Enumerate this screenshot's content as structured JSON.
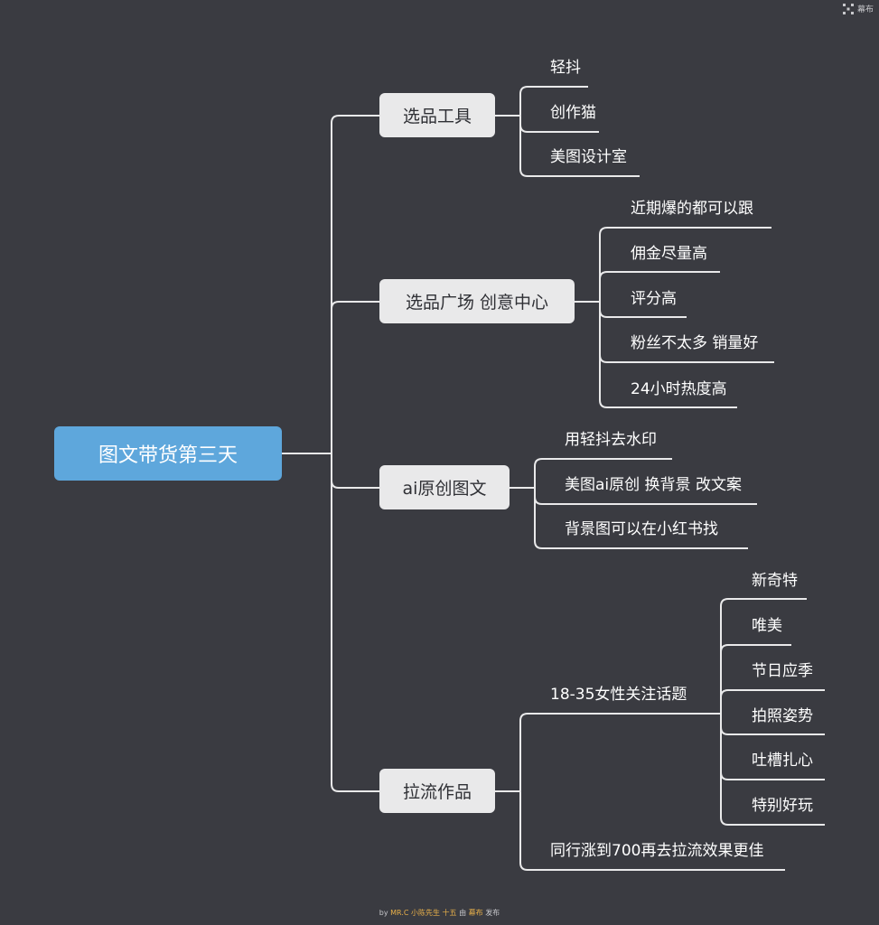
{
  "brand": {
    "label": "幕布",
    "icon": "mubu-logo-icon"
  },
  "mindmap": {
    "root": "图文带货第三天",
    "branches": [
      {
        "label": "选品工具",
        "children": [
          "轻抖",
          "创作猫",
          "美图设计室"
        ]
      },
      {
        "label": "选品广场 创意中心",
        "children": [
          "近期爆的都可以跟",
          "佣金尽量高",
          "评分高",
          "粉丝不太多 销量好",
          "24小时热度高"
        ]
      },
      {
        "label": "ai原创图文",
        "children": [
          "用轻抖去水印",
          "美图ai原创 换背景 改文案",
          "背景图可以在小红书找"
        ]
      },
      {
        "label": "拉流作品",
        "children": [
          {
            "label": "18-35女性关注话题",
            "children": [
              "新奇特",
              "唯美",
              "节日应季",
              "拍照姿势",
              "吐槽扎心",
              "特别好玩"
            ]
          },
          {
            "label": "同行涨到700再去拉流效果更佳"
          }
        ]
      }
    ]
  },
  "footer": {
    "by": "by",
    "author": "MR.C 小陈先生 十五",
    "via": "由",
    "brand": "幕布",
    "publish": "发布"
  },
  "colors": {
    "background": "#3a3b41",
    "root_fill": "#5ea7dc",
    "branch_fill": "#e9e9ea",
    "line": "#e9e9ea",
    "footer_highlight": "#e8b04a"
  }
}
